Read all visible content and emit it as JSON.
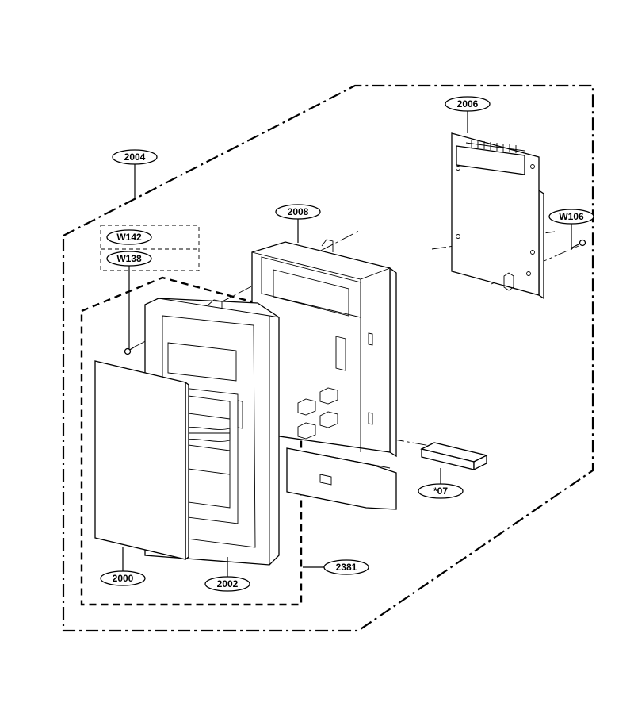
{
  "callouts": {
    "c2004": "2004",
    "c2006": "2006",
    "c2008": "2008",
    "cW106": "W106",
    "cW142": "W142",
    "cW138": "W138",
    "c2000": "2000",
    "c2002": "2002",
    "c2381": "2381",
    "c07": "*07"
  }
}
